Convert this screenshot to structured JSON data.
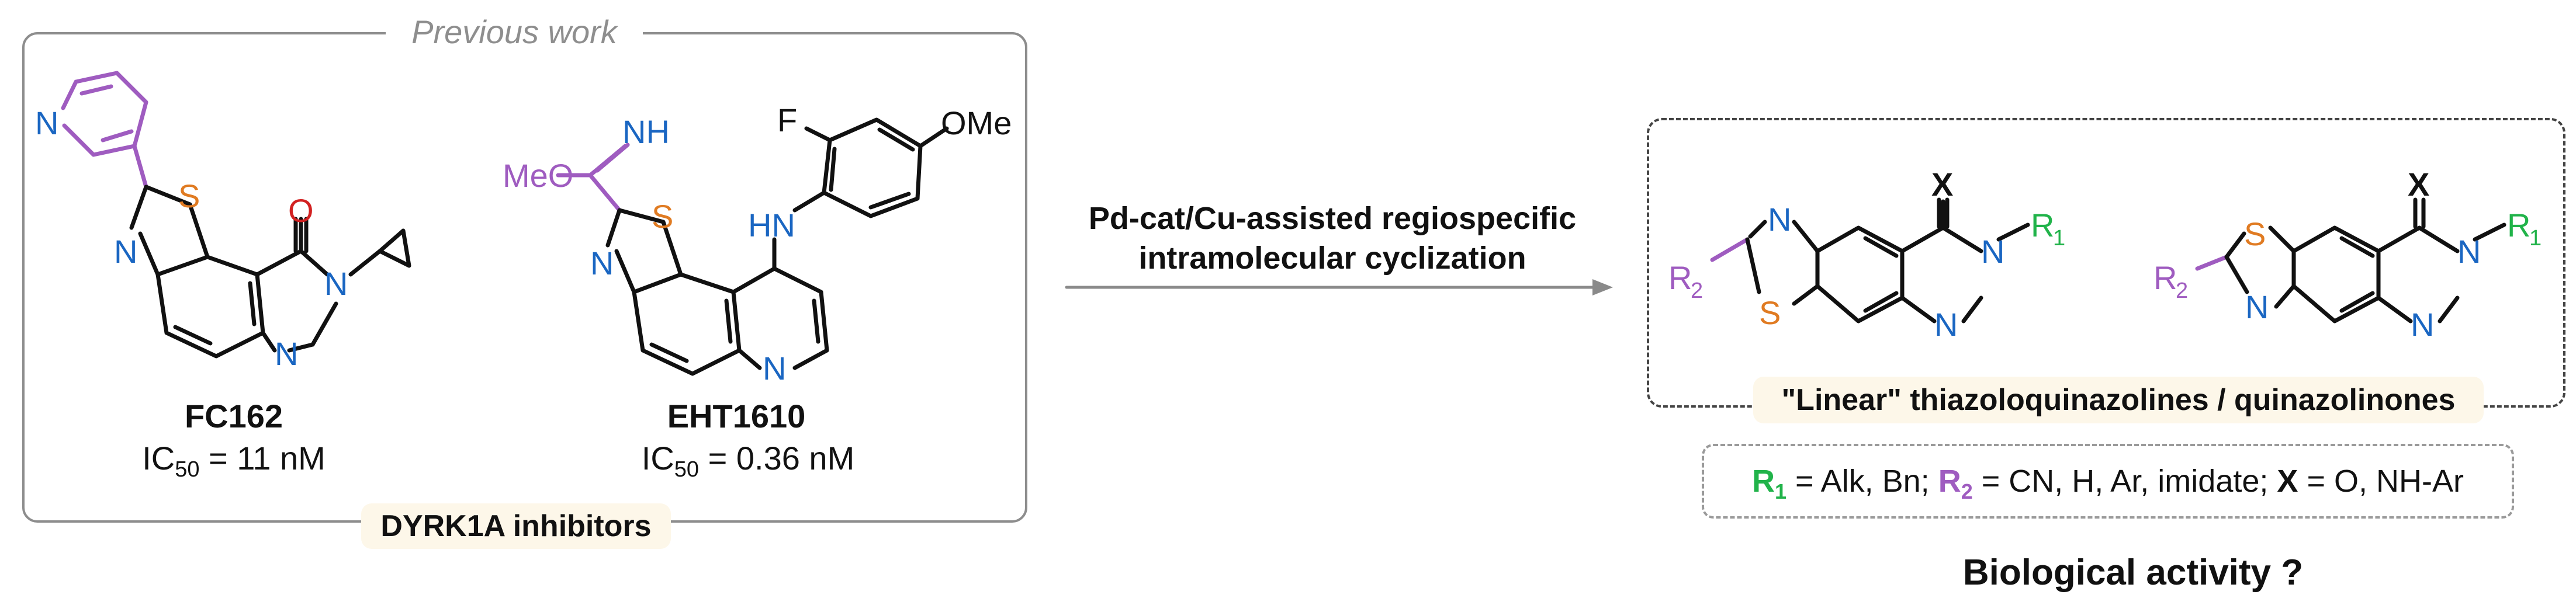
{
  "previous_work": {
    "caption": "Previous work",
    "group_label": "DYRK1A inhibitors",
    "compounds": [
      {
        "name": "FC162",
        "ic50_prefix": "IC",
        "ic50_sub": "50",
        "ic50_value": " = 11 nM"
      },
      {
        "name": "EHT1610",
        "ic50_prefix": "IC",
        "ic50_sub": "50",
        "ic50_value": " = 0.36 nM"
      }
    ]
  },
  "reaction": {
    "line1": "Pd-cat/Cu-assisted regiospecific",
    "line2": "intramolecular cyclization"
  },
  "target": {
    "label": "\"Linear\" thiazoloquinazolines / quinazolinones",
    "substituents": {
      "r1": "R",
      "r1_sub": "1",
      "r1_text": " = Alk, Bn; ",
      "r2": "R",
      "r2_sub": "2",
      "r2_text": " = CN, H, Ar, imidate; ",
      "x": "X",
      "x_text": " = O, NH-Ar"
    },
    "question": "Biological activity ?"
  },
  "atoms": {
    "N": "N",
    "S": "S",
    "O": "O",
    "X": "X",
    "NH": "NH",
    "HN": "HN",
    "F": "F",
    "OMe": "OMe",
    "MeO": "MeO",
    "R": "R",
    "sub1": "1",
    "sub2": "2"
  },
  "colors": {
    "nitrogen": "#1a66c2",
    "sulfur": "#e07b22",
    "oxygen": "#d22121",
    "purple": "#9f5cc0",
    "green": "#21b34a",
    "bond": "#111111",
    "box_grey": "#8d8d8d",
    "pill_bg": "#fdf7e9"
  }
}
